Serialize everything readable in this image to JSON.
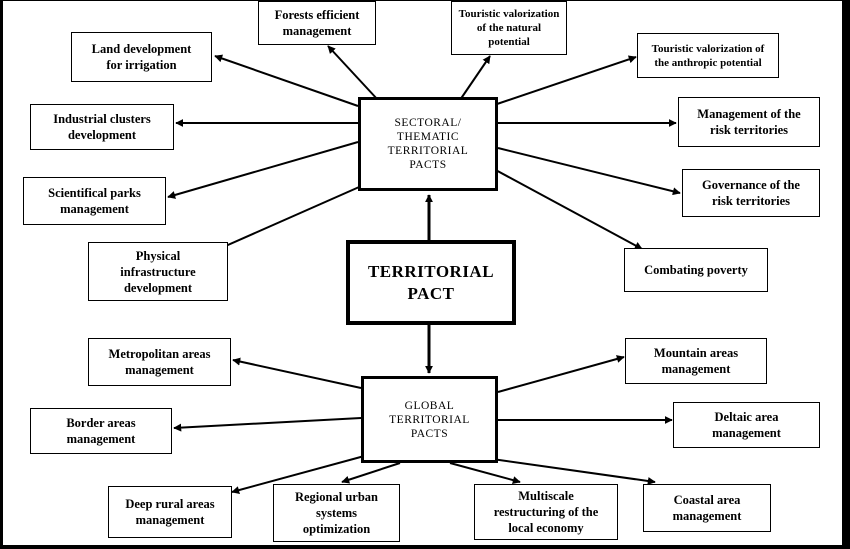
{
  "center": "TERRITORIAL\nPACT",
  "sectoral_hub": "SECTORAL/\nTHEMATIC\nTERRITORIAL\nPACTS",
  "global_hub": "GLOBAL\nTERRITORIAL\nPACTS",
  "sectoral_items": [
    "Forests efficient\nmanagement",
    "Touristic valorization\nof the natural\npotential",
    "Touristic valorization of\nthe anthropic potential",
    "Land development\nfor irrigation",
    "Industrial clusters\ndevelopment",
    "Scientifical parks\nmanagement",
    "Physical\ninfrastructure\ndevelopment",
    "Management of the\nrisk territories",
    "Governance of the\nrisk territories",
    "Combating poverty"
  ],
  "global_items": [
    "Metropolitan areas\nmanagement",
    "Border areas\nmanagement",
    "Deep rural areas\nmanagement",
    "Regional urban\nsystems\noptimization",
    "Multiscale\nrestructuring of the\nlocal economy",
    "Coastal area\nmanagement",
    "Deltaic area\nmanagement",
    "Mountain areas\nmanagement"
  ]
}
